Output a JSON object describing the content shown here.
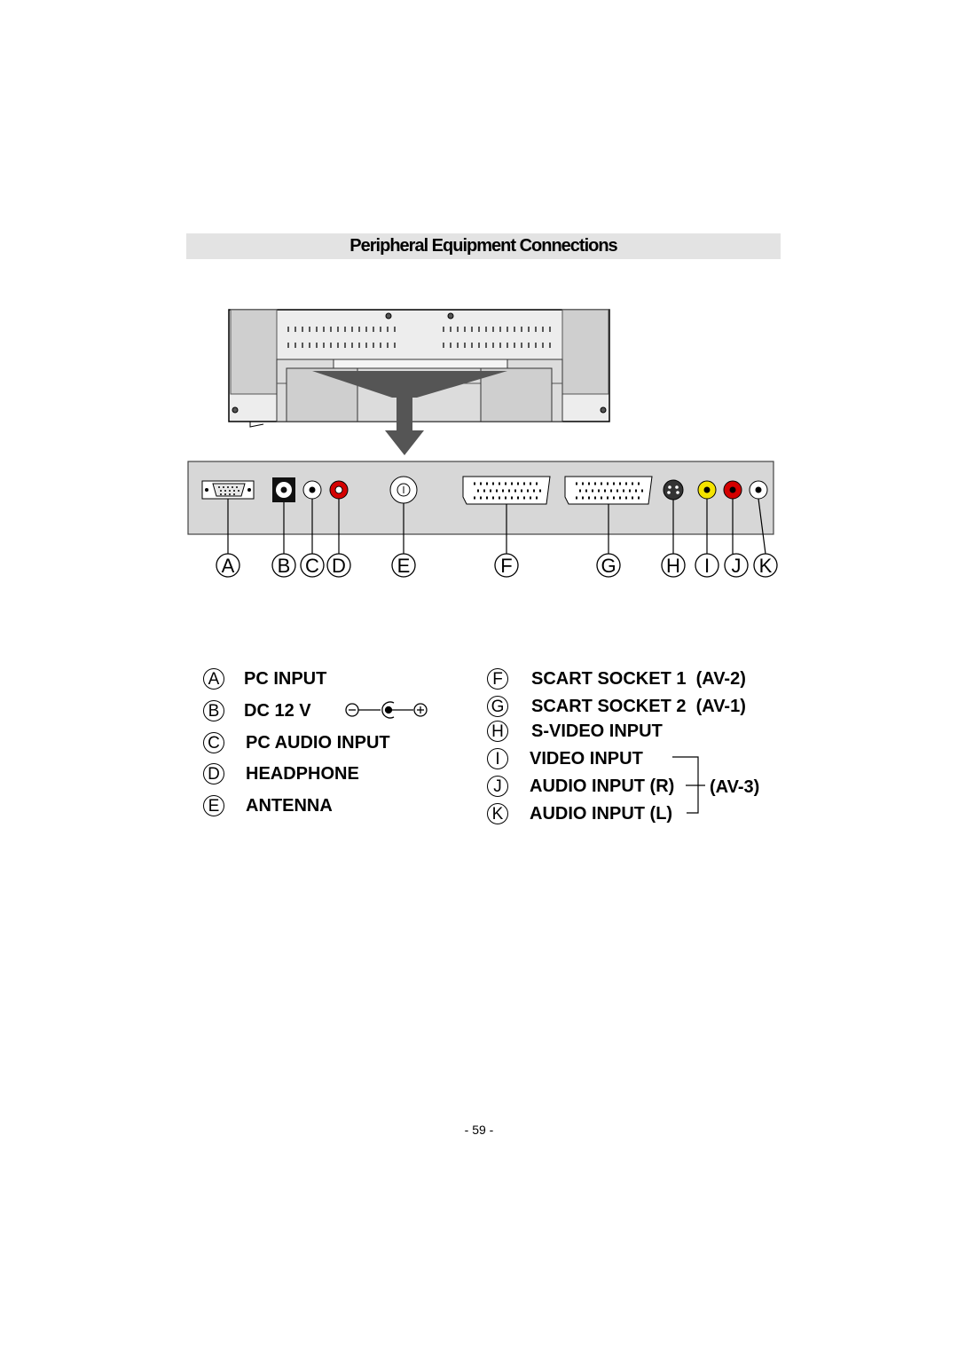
{
  "title": "Peripheral Equipment Connections",
  "callout_letters": [
    "A",
    "B",
    "C",
    "D",
    "E",
    "F",
    "G",
    "H",
    "I",
    "J",
    "K"
  ],
  "legend_left": [
    {
      "letter": "A",
      "label": "PC INPUT"
    },
    {
      "letter": "B",
      "label": "DC 12 V"
    },
    {
      "letter": "C",
      "label": "PC AUDIO INPUT"
    },
    {
      "letter": "D",
      "label": "HEADPHONE"
    },
    {
      "letter": "E",
      "label": "ANTENNA"
    }
  ],
  "legend_right": [
    {
      "letter": "F",
      "label": "SCART SOCKET 1  (AV-2)"
    },
    {
      "letter": "G",
      "label": "SCART SOCKET 2  (AV-1)"
    },
    {
      "letter": "H",
      "label": "S-VIDEO INPUT"
    },
    {
      "letter": "I",
      "label": "VIDEO INPUT"
    },
    {
      "letter": "J",
      "label": "AUDIO INPUT (R)"
    },
    {
      "letter": "K",
      "label": "AUDIO INPUT (L)"
    }
  ],
  "av3_label": "(AV-3)",
  "polarity": {
    "minus": "−",
    "plus": "+"
  },
  "colors": {
    "rca_yellow": "#f5e400",
    "rca_red": "#d40000",
    "rca_white": "#ffffff",
    "panel_gray": "#d7d7d7",
    "title_bg": "#e3e3e3"
  },
  "page_number": "- 59 -"
}
